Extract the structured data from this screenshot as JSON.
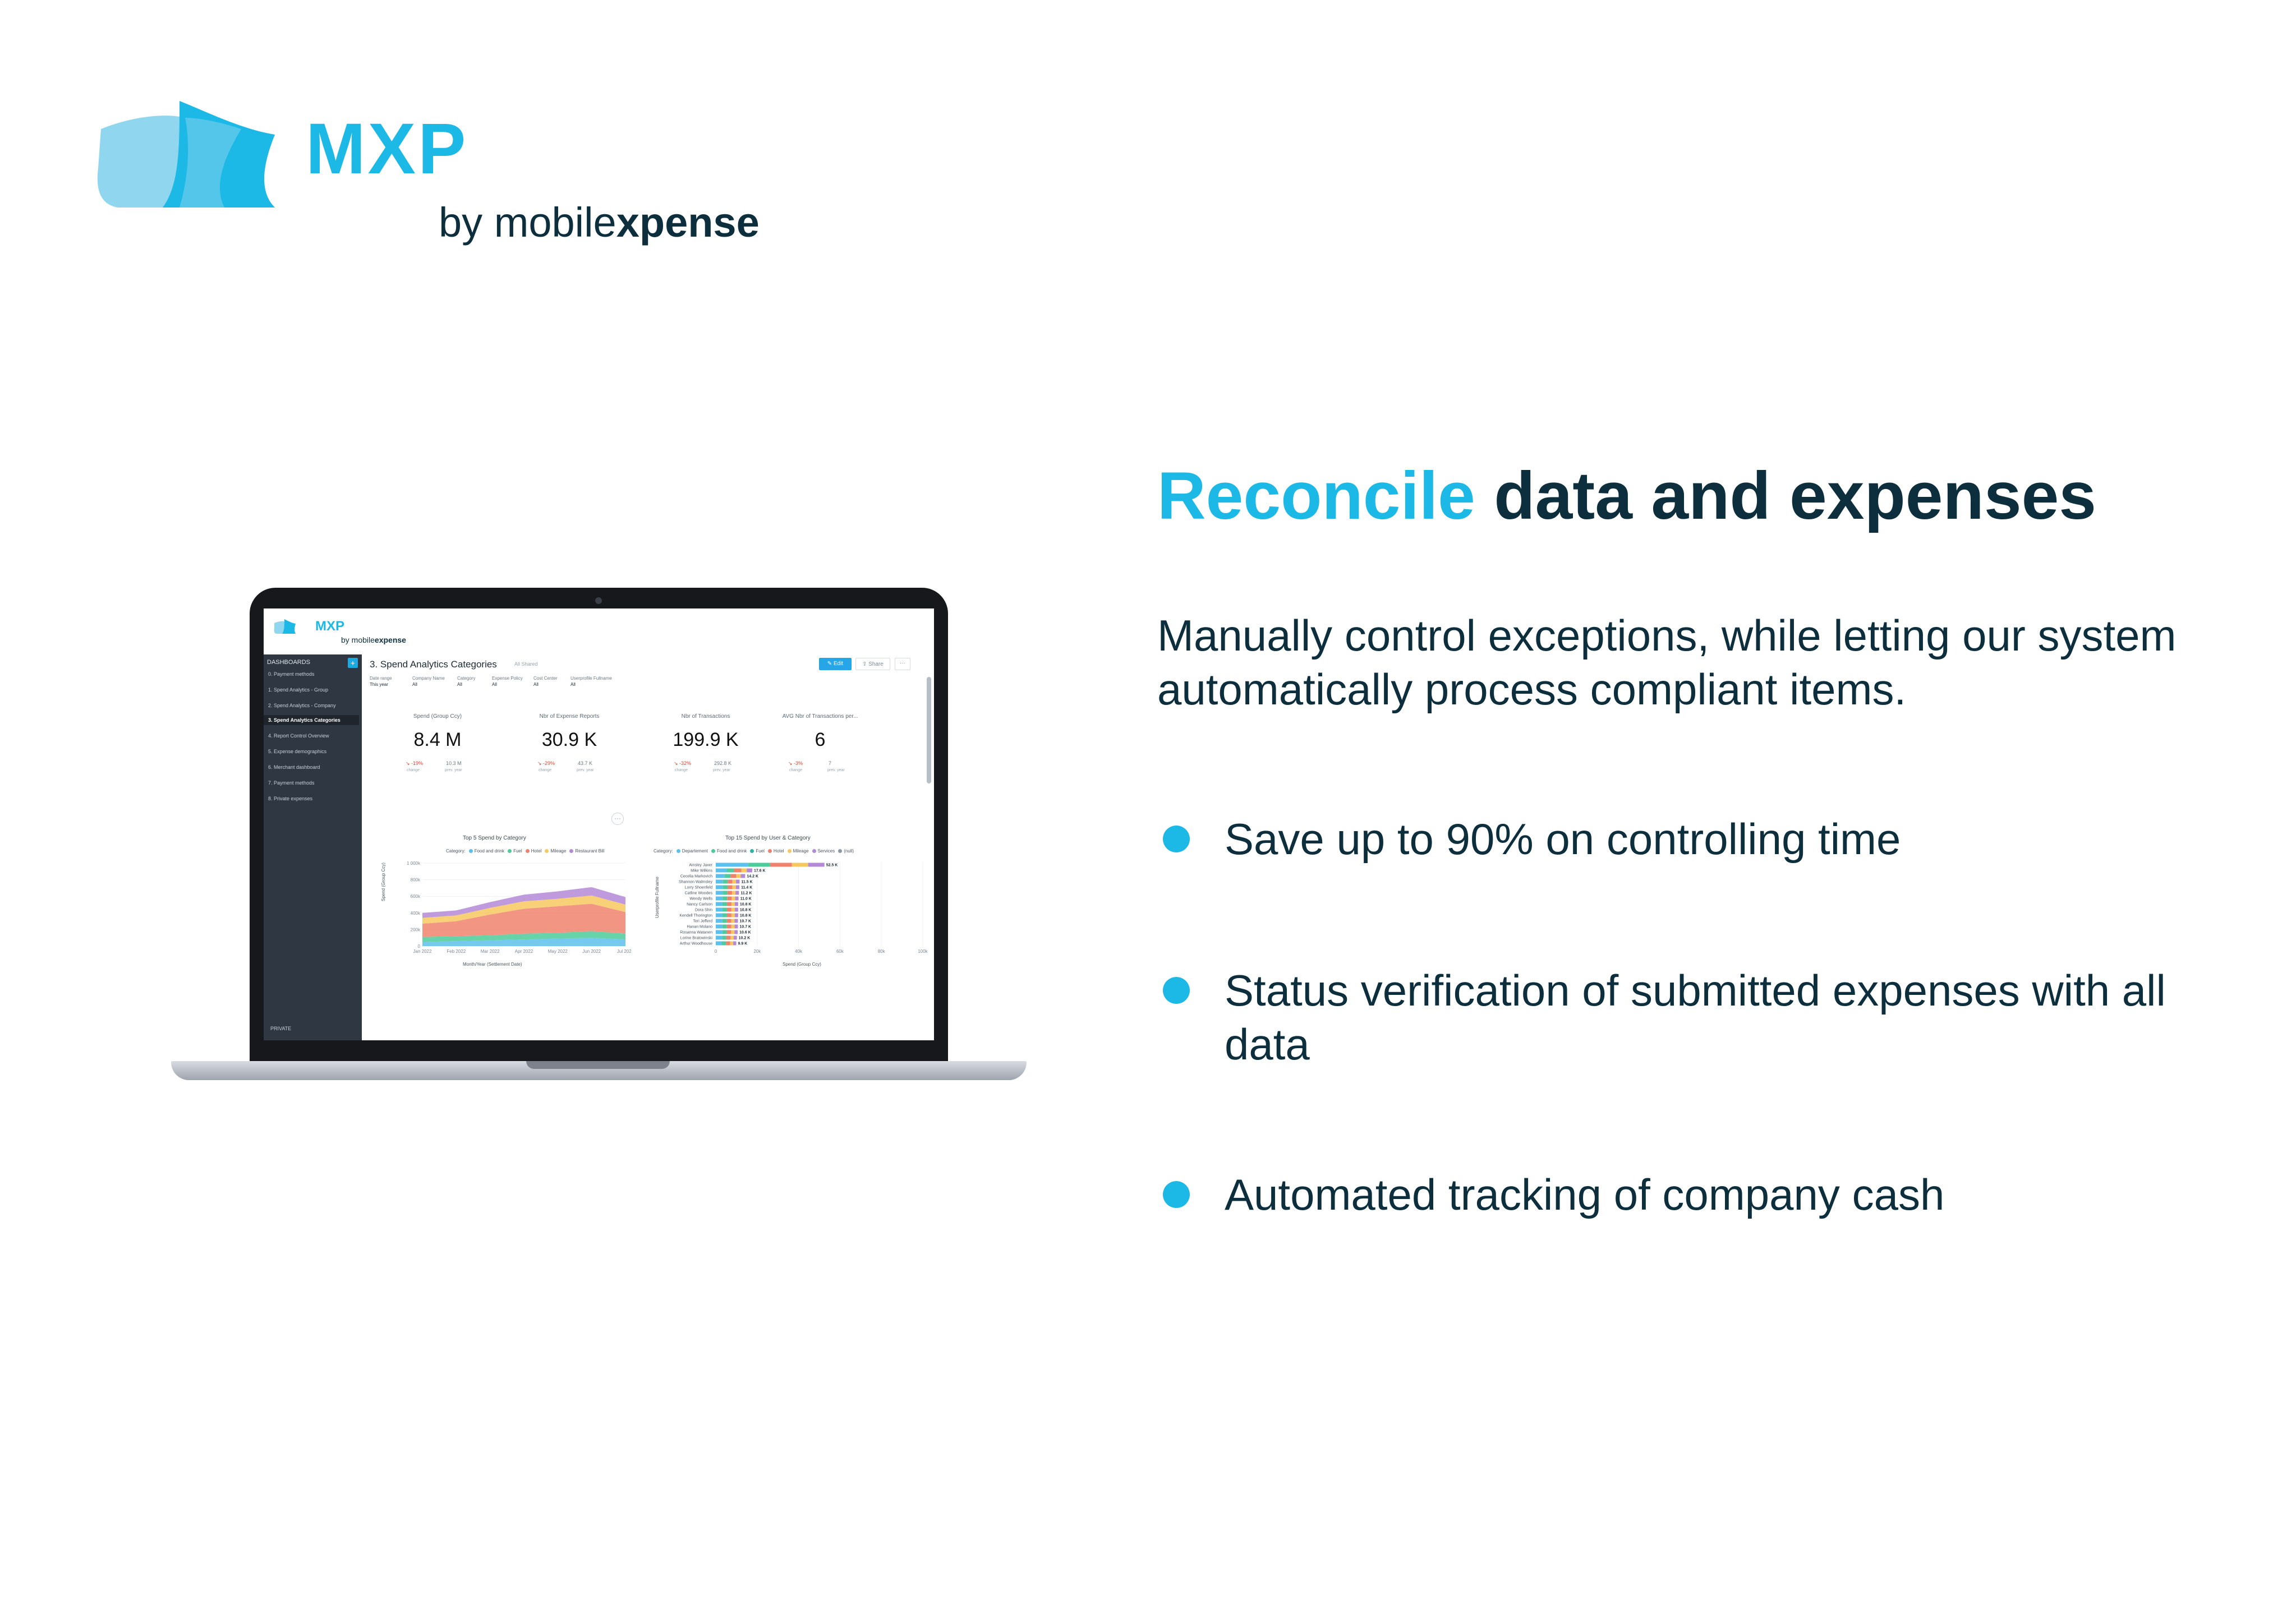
{
  "brand": {
    "name": "MXP",
    "byline_prefix": "by mobile",
    "byline_bold": "xpense",
    "colors": {
      "accent": "#1cb8e6",
      "dark": "#0d2f3d"
    }
  },
  "hero": {
    "headline_accent": "Reconcile",
    "headline_rest": "data and expenses",
    "intro": "Manually control exceptions, while letting our system automatically process compliant items.",
    "bullets": [
      "Save up to 90% on controlling time",
      "Status verification of submitted expenses with all data",
      "Automated tracking of company cash"
    ]
  },
  "app": {
    "logo": {
      "name": "MXP",
      "byline_prefix": "by mobile",
      "byline_bold": "expense"
    },
    "sidebar": {
      "title": "DASHBOARDS",
      "add_label": "+",
      "items": [
        "0. Payment methods",
        "1. Spend Analytics - Group",
        "2. Spend Analytics - Company",
        "3. Spend Analytics Categories",
        "4. Report Control Overview",
        "5. Expense demographics",
        "6. Merchant dashboard",
        "7. Payment methods",
        "8. Private expenses"
      ],
      "active_index": 3,
      "footer": "PRIVATE"
    },
    "dashboard": {
      "title": "3. Spend Analytics Categories",
      "shared": "All Shared",
      "edit_label": "Edit",
      "share_label": "Share",
      "more_label": "···",
      "filters": [
        {
          "label": "Date range",
          "value": "This year"
        },
        {
          "label": "Company Name",
          "value": "All"
        },
        {
          "label": "Category",
          "value": "All"
        },
        {
          "label": "Expense Policy",
          "value": "All"
        },
        {
          "label": "Cost Center",
          "value": "All"
        },
        {
          "label": "Userprofile Fullname",
          "value": "All"
        }
      ],
      "kpis": [
        {
          "label": "Spend (Group Ccy)",
          "value": "8.4 M",
          "change": "↘ -19%",
          "previous": "10.3 M",
          "sub1": "change",
          "sub2": "prev. year"
        },
        {
          "label": "Nbr of Expense Reports",
          "value": "30.9 K",
          "change": "↘ -29%",
          "previous": "43.7 K",
          "sub1": "change",
          "sub2": "prev. year"
        },
        {
          "label": "Nbr of Transactions",
          "value": "199.9 K",
          "change": "↘ -32%",
          "previous": "292.8 K",
          "sub1": "change",
          "sub2": "prev. year"
        },
        {
          "label": "AVG Nbr of Transactions per...",
          "value": "6",
          "change": "↘ -3%",
          "previous": "7",
          "sub1": "change",
          "sub2": "prev. year"
        }
      ],
      "more_dots": "···"
    }
  },
  "chart_data": [
    {
      "type": "area",
      "title": "Top 5 Spend by Category",
      "xlabel": "Month/Year (Settlement Date)",
      "ylabel": "Spend (Group Ccy)",
      "legend_label": "Category:",
      "categories": [
        "Jan 2022",
        "Feb 2022",
        "Mar 2022",
        "Apr 2022",
        "May 2022",
        "Jun 2022",
        "Jul 2022"
      ],
      "yticks": [
        "0",
        "200k",
        "400k",
        "600k",
        "800k",
        "1 000k"
      ],
      "ylim": [
        0,
        1000000
      ],
      "series": [
        {
          "name": "Food and drink",
          "color": "#5bc0eb",
          "values": [
            50000,
            60000,
            70000,
            80000,
            90000,
            100000,
            80000
          ]
        },
        {
          "name": "Fuel",
          "color": "#4ecb9a",
          "values": [
            60000,
            60000,
            60000,
            70000,
            70000,
            80000,
            70000
          ]
        },
        {
          "name": "Hotel",
          "color": "#f0826d",
          "values": [
            160000,
            180000,
            250000,
            300000,
            320000,
            330000,
            260000
          ]
        },
        {
          "name": "Mileage",
          "color": "#f6c85f",
          "values": [
            70000,
            70000,
            80000,
            90000,
            90000,
            100000,
            90000
          ]
        },
        {
          "name": "Restaurant Bill",
          "color": "#b48ad8",
          "values": [
            60000,
            60000,
            70000,
            80000,
            90000,
            100000,
            90000
          ]
        }
      ]
    },
    {
      "type": "bar",
      "title": "Top 15 Spend by User & Category",
      "xlabel": "Spend (Group Ccy)",
      "ylabel": "Userprofile Fullname",
      "legend_label": "Category:",
      "legend": [
        "Departement",
        "Food and drink",
        "Fuel",
        "Hotel",
        "Mileage",
        "Services",
        "(null)"
      ],
      "xticks": [
        "0",
        "20k",
        "40k",
        "60k",
        "80k",
        "100k"
      ],
      "categories": [
        "Ainsley Jaxer",
        "Mike Wilkins",
        "Cecelia Markovich",
        "Shannon Walmsley",
        "Lorry Shoenfeld",
        "Catline Woodes",
        "Wendy Wells",
        "Nancy Carlson",
        "Dora Shin",
        "Kendell Thorington",
        "Teri Jefferd",
        "Hanan Molano",
        "Rosanna Watanen",
        "Lorine Bratowinski",
        "Arthur Woodhouse"
      ],
      "values": [
        52500,
        17600,
        14200,
        11500,
        11400,
        11200,
        11000,
        10800,
        10800,
        10800,
        10700,
        10700,
        10600,
        10200,
        9900
      ],
      "value_labels": [
        "52.5 K",
        "17.6 K",
        "14.2 K",
        "11.5 K",
        "11.4 K",
        "11.2 K",
        "11.0 K",
        "10.8 K",
        "10.8 K",
        "10.8 K",
        "10.7 K",
        "10.7 K",
        "10.6 K",
        "10.2 K",
        "9.9 K"
      ],
      "xlim": [
        0,
        100000
      ]
    }
  ]
}
